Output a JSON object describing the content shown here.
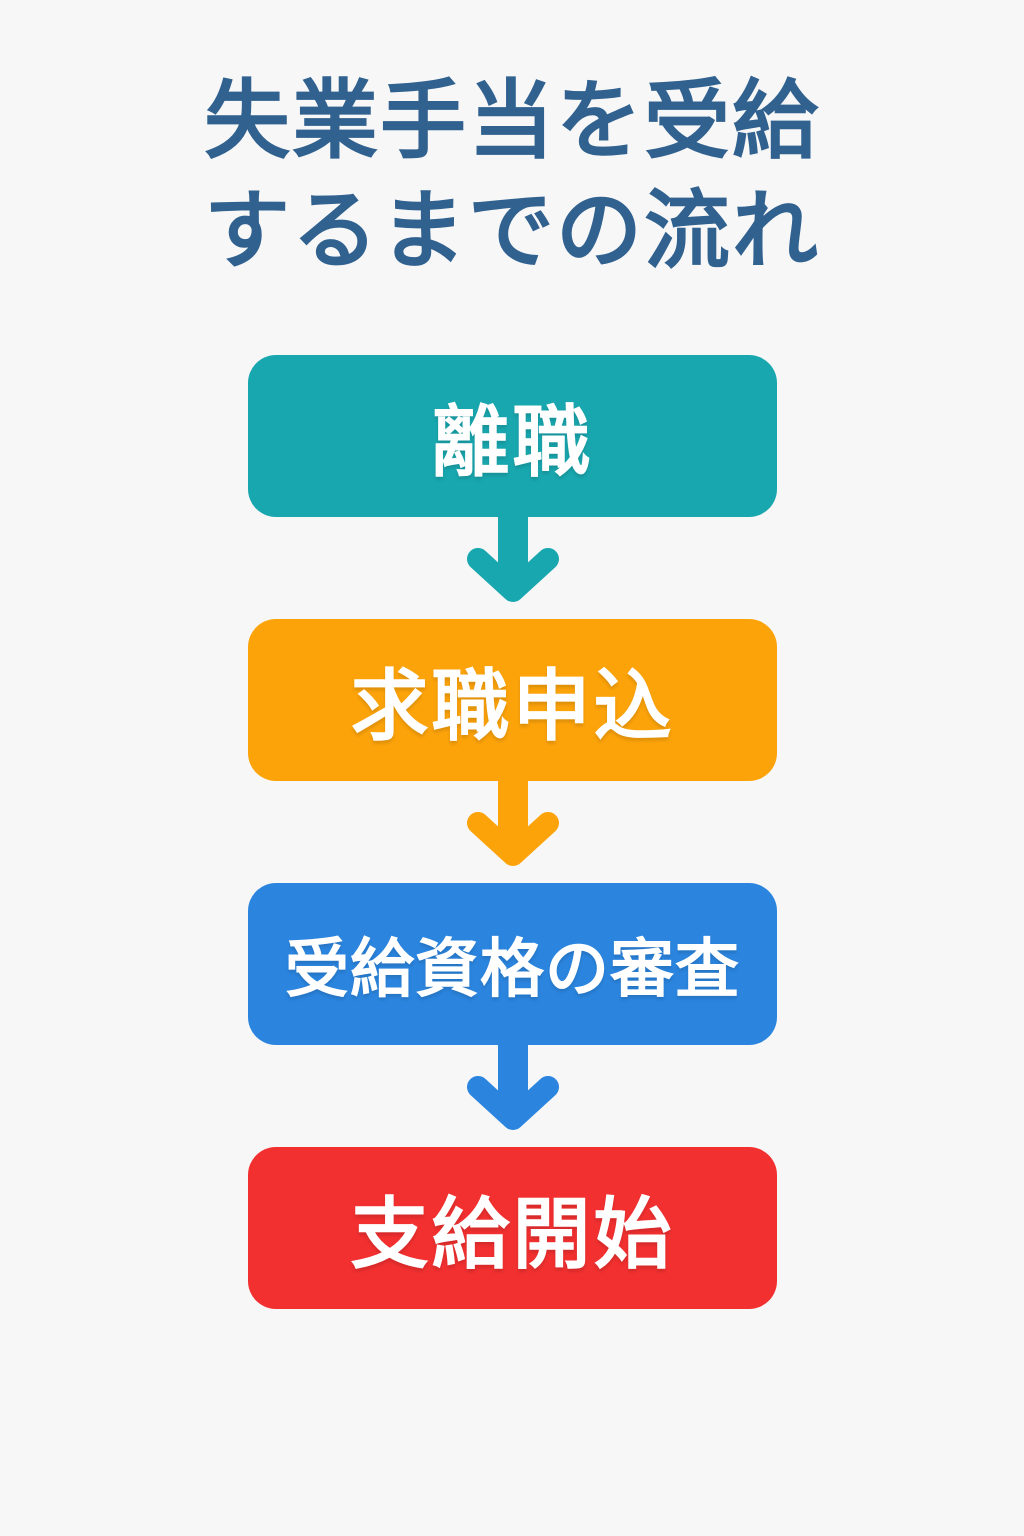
{
  "page": {
    "background_color": "#F7F7F8"
  },
  "title": {
    "line1": "失業手当を受給",
    "line2": "するまでの流れ",
    "color": "#30618F"
  },
  "steps": [
    {
      "label": "離職",
      "color": "#19A7AF"
    },
    {
      "label": "求職申込",
      "color": "#FCA30A"
    },
    {
      "label": "受給資格の審査",
      "color": "#2B85DF"
    },
    {
      "label": "支給開始",
      "color": "#F23030"
    }
  ],
  "arrows": [
    {
      "color": "#19A7AF"
    },
    {
      "color": "#FCA30A"
    },
    {
      "color": "#2B85DF"
    }
  ],
  "box_text_color": "#FFFFFF"
}
